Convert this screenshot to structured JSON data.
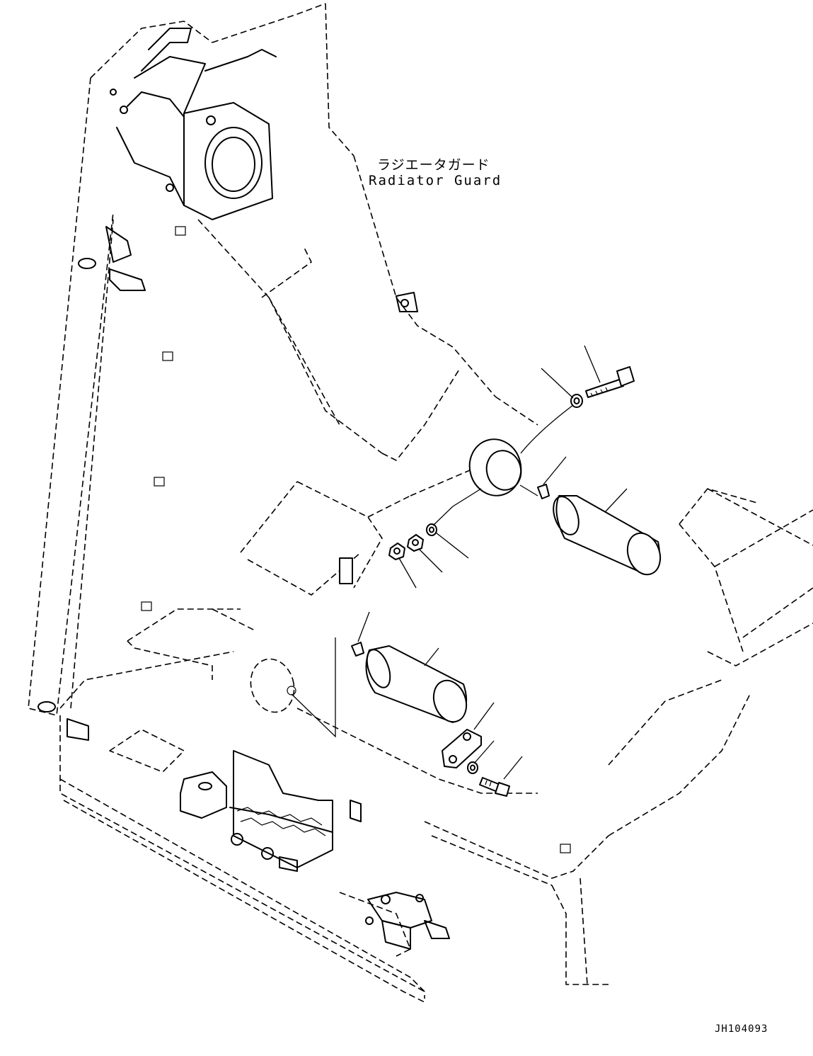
{
  "callout": {
    "label_jp": "ラジエータガード",
    "label_en": "Radiator Guard"
  },
  "drawing_id": "JH104093"
}
